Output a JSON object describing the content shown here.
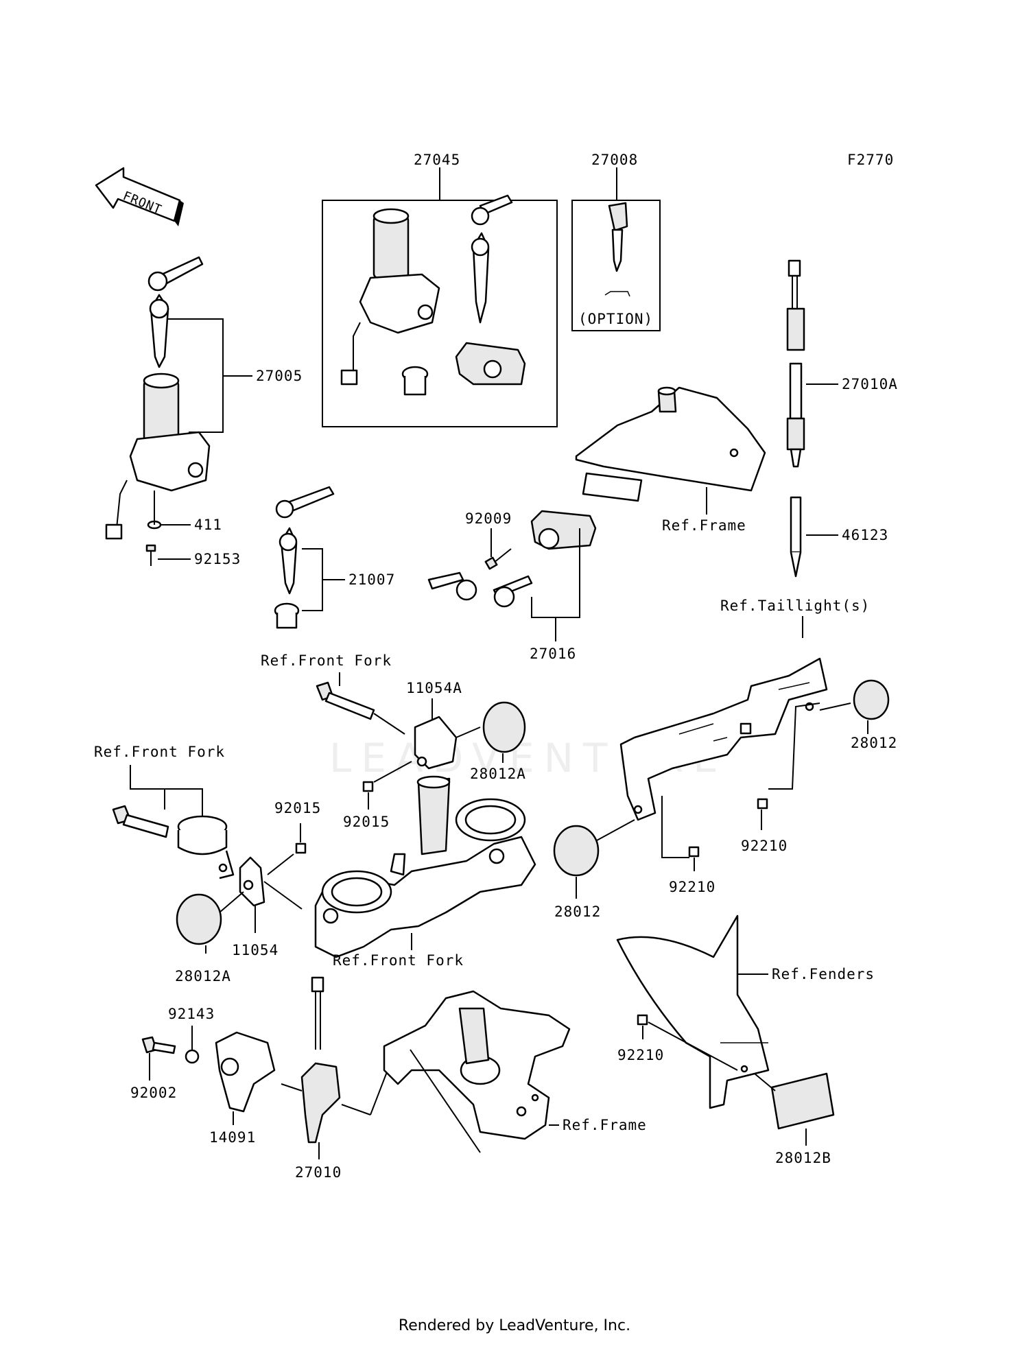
{
  "diagram_code": "F2770",
  "front_arrow_label": "FRONT",
  "watermark": "LEADVENTURE",
  "footer": "Rendered by LeadVenture, Inc.",
  "option_label": "(OPTION)",
  "part_numbers": {
    "p27045": "27045",
    "p27008": "27008",
    "p27005": "27005",
    "p411": "411",
    "p92153": "92153",
    "p21007": "21007",
    "p92009": "92009",
    "p27016": "27016",
    "p27010A": "27010A",
    "p46123": "46123",
    "p11054A": "11054A",
    "p28012A_top": "28012A",
    "p92015_top": "92015",
    "p92015_left": "92015",
    "p11054": "11054",
    "p28012A_left": "28012A",
    "p28012_right": "28012",
    "p28012_mid": "28012",
    "p92210_right": "92210",
    "p92210_mid": "92210",
    "p92210_low": "92210",
    "p92143": "92143",
    "p92002": "92002",
    "p14091": "14091",
    "p27010": "27010",
    "p28012B": "28012B"
  },
  "refs": {
    "ref_frame_top": "Ref.Frame",
    "ref_taillights": "Ref.Taillight(s)",
    "ref_front_fork_top": "Ref.Front Fork",
    "ref_front_fork_left": "Ref.Front Fork",
    "ref_front_fork_bottom": "Ref.Front Fork",
    "ref_fenders": "Ref.Fenders",
    "ref_frame_bottom": "Ref.Frame"
  }
}
